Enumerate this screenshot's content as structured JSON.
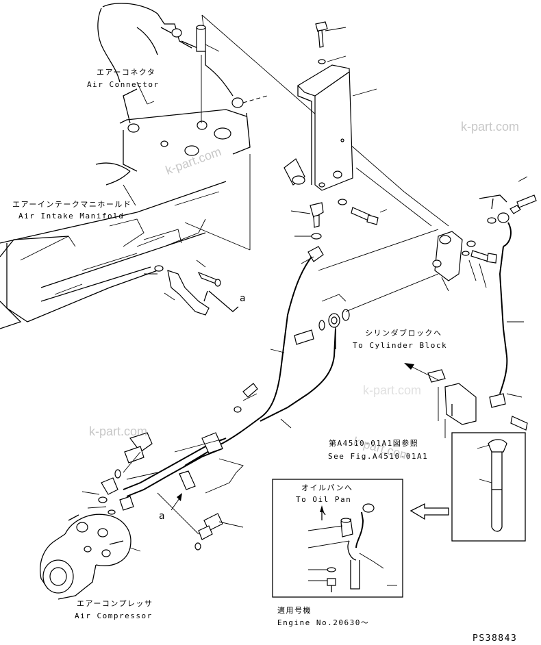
{
  "labels": {
    "air_connector_jp": "エアーコネクタ",
    "air_connector_en": "Air Connector",
    "intake_manifold_jp": "エアーインテークマニホールド",
    "intake_manifold_en": "Air Intake Manifold",
    "cylinder_block_jp": "シリンダブロックへ",
    "cylinder_block_en": "To Cylinder Block",
    "see_fig_jp": "第A4510-01A1図参照",
    "see_fig_en": "See Fig.A4510-01A1",
    "oil_pan_jp": "オイルパンへ",
    "oil_pan_en": "To Oil Pan",
    "applicable_jp": "適用号機",
    "engine_no": "Engine No.20630～",
    "air_compressor_jp": "エアーコンプレッサ",
    "air_compressor_en": "Air Compressor",
    "ref_a_top": "a",
    "ref_a_bottom": "a",
    "part_code": "PS38843"
  },
  "watermarks": [
    "k-part.com",
    "k-part.com",
    "k-part.com",
    "k-part.com",
    "k-part.com"
  ]
}
